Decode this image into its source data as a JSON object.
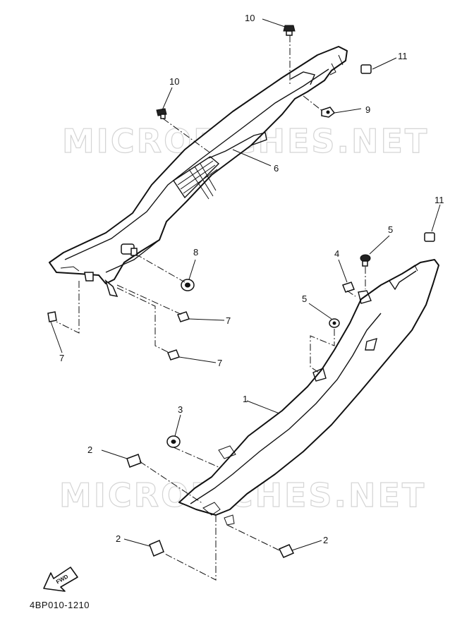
{
  "watermark": {
    "top": "MICROFICHES.NET",
    "bottom": "MICROFICHES.NET"
  },
  "callouts": {
    "c10_top": "10",
    "c11_top": "11",
    "c10_left": "10",
    "c9": "9",
    "c6": "6",
    "c11_right": "11",
    "c5_upper": "5",
    "c8": "8",
    "c4": "4",
    "c5_lower": "5",
    "c7_right_upper": "7",
    "c7_left": "7",
    "c7_right_lower": "7",
    "c1": "1",
    "c3": "3",
    "c2_upper": "2",
    "c2_lower_left": "2",
    "c2_lower_right": "2"
  },
  "fwd_label": "FWD",
  "diagram_code": "4BP010-1210"
}
